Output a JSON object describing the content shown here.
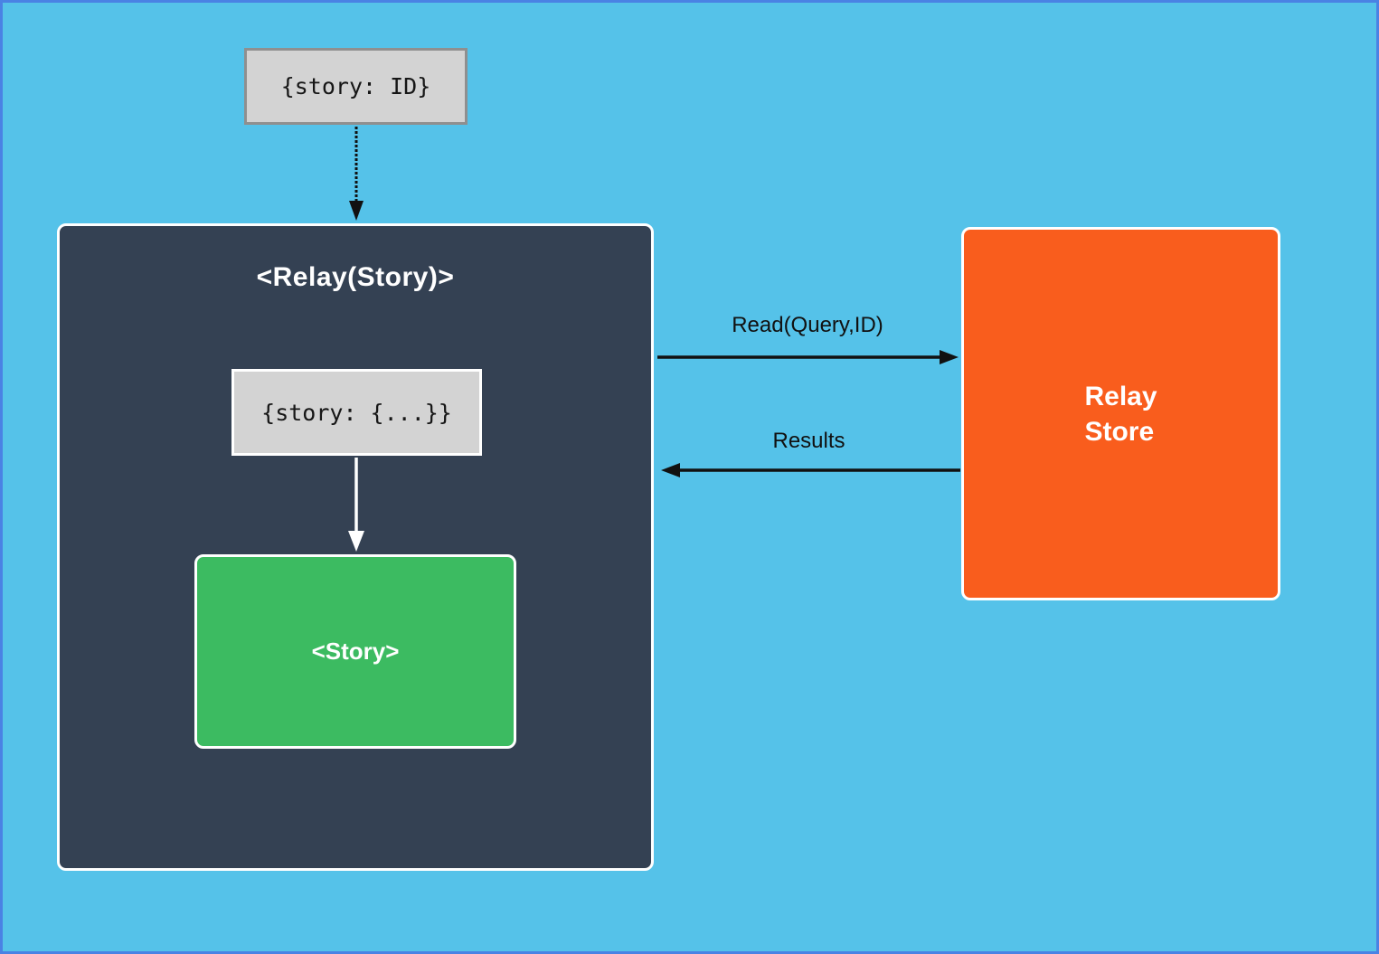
{
  "diagram": {
    "props_box": {
      "label": "{story: ID}",
      "bg": "#D3D3D3",
      "border": "#8F8F8F"
    },
    "relay_component": {
      "title": "<Relay(Story)>",
      "bg": "#344153"
    },
    "inner_props_box": {
      "label": "{story: {...}}",
      "bg": "#D3D3D3"
    },
    "story_component": {
      "label": "<Story>",
      "bg": "#3CBB61"
    },
    "relay_store": {
      "label": "Relay\nStore",
      "bg": "#F95D1D"
    },
    "edges": {
      "read_label": "Read(Query,ID)",
      "results_label": "Results"
    },
    "colors": {
      "background": "#55C2E9",
      "frame_border": "#4A82E4",
      "arrow_black": "#111111",
      "arrow_white": "#FFFFFF",
      "box_border_white": "#FFFFFF"
    }
  }
}
